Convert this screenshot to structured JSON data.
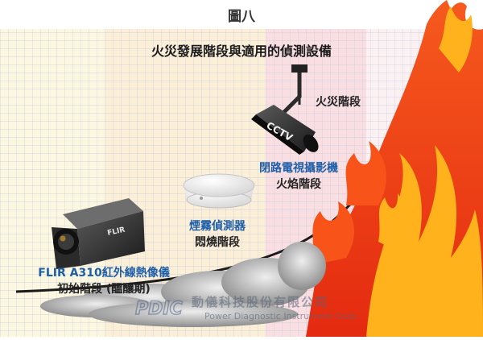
{
  "figure_title": "圖八",
  "diagram_title": "火災發展階段與適用的偵測設備",
  "stages": {
    "fire": {
      "label": "火災階段"
    },
    "smoldering": {
      "device": "閉路電視攝影機",
      "stage": "火焰階段"
    },
    "smoke": {
      "device": "煙霧偵測器",
      "stage": "悶燒階段"
    },
    "incipient": {
      "device": "FLIR A310紅外線熱像儀",
      "stage": "初始階段 (醞釀期)"
    }
  },
  "camera_text": "CCTV",
  "flir_logo": "FLIR",
  "watermark": {
    "logo": "PDIC",
    "chinese": "動儀科技股份有限公司",
    "english": "Power Diagnostic Instrument Corp."
  },
  "colors": {
    "zone_incipient": "#fbf7e0",
    "zone_smoke": "#fbefd8",
    "zone_cctv": "#fadfe2",
    "zone_fire": "#fbf0f2",
    "label_blue": "#1e5fa8",
    "flame_outer": "#f03c14",
    "flame_inner": "#ffb21c"
  }
}
